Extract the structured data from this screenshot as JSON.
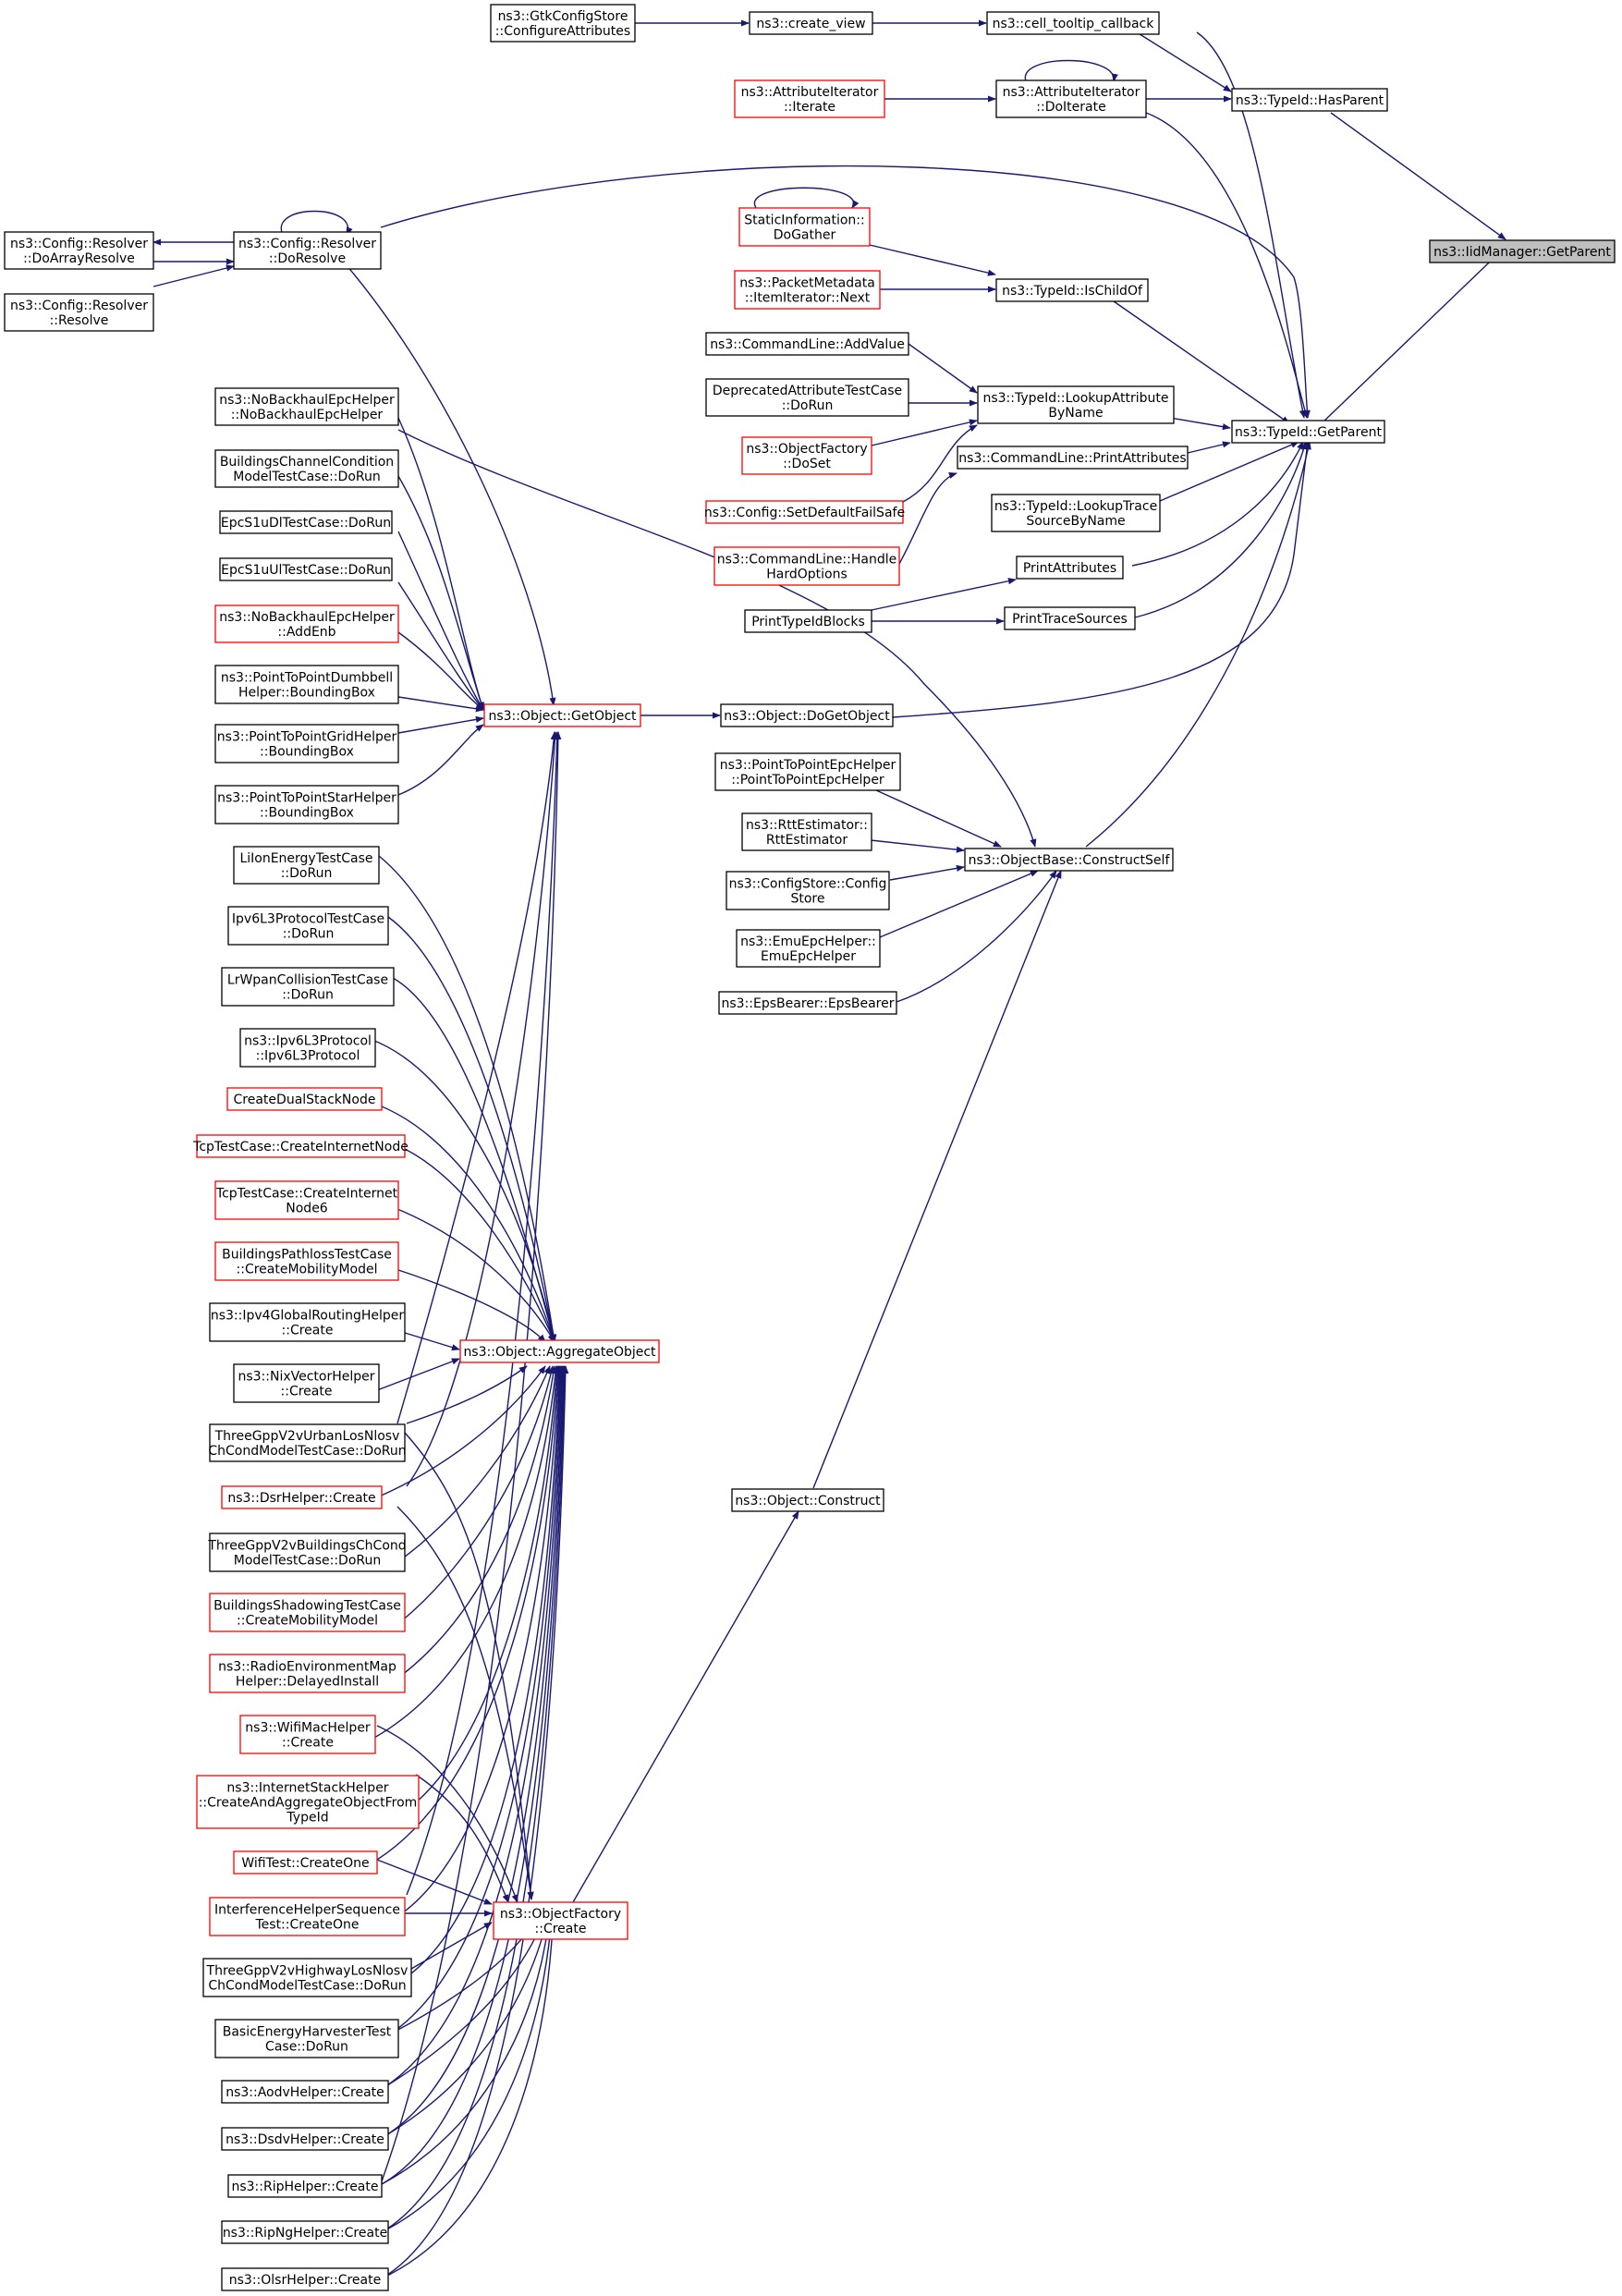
{
  "graph": {
    "focus": "ns3::IidManager::GetParent",
    "colors": {
      "edge": "#191970",
      "node_border": "#000000",
      "node_border_incomplete": "#ff0000",
      "focus_fill": "#bfbfbf"
    },
    "nodes": {
      "iid_getparent": [
        "ns3::IidManager::GetParent"
      ],
      "typeid_hasparent": [
        "ns3::TypeId::HasParent"
      ],
      "typeid_getparent": [
        "ns3::TypeId::GetParent"
      ],
      "cell_tooltip": [
        "ns3::cell_tooltip_callback"
      ],
      "create_view": [
        "ns3::create_view"
      ],
      "gtk_config": [
        "ns3::GtkConfigStore",
        "::ConfigureAttributes"
      ],
      "attr_doiterate": [
        "ns3::AttributeIterator",
        "::DoIterate"
      ],
      "attr_iterate": [
        "ns3::AttributeIterator",
        "::Iterate"
      ],
      "cfg_doresolve": [
        "ns3::Config::Resolver",
        "::DoResolve"
      ],
      "cfg_doarrayresolve": [
        "ns3::Config::Resolver",
        "::DoArrayResolve"
      ],
      "cfg_resolve": [
        "ns3::Config::Resolver",
        "::Resolve"
      ],
      "static_dogather": [
        "StaticInformation::",
        "DoGather"
      ],
      "packet_next": [
        "ns3::PacketMetadata",
        "::ItemIterator::Next"
      ],
      "typeid_ischildof": [
        "ns3::TypeId::IsChildOf"
      ],
      "cmd_addvalue": [
        "ns3::CommandLine::AddValue"
      ],
      "deprecated_dorun": [
        "DeprecatedAttributeTestCase",
        "::DoRun"
      ],
      "objfactory_doset": [
        "ns3::ObjectFactory",
        "::DoSet"
      ],
      "cfg_setdefault": [
        "ns3::Config::SetDefaultFailSafe"
      ],
      "typeid_lookupattr": [
        "ns3::TypeId::LookupAttribute",
        "ByName"
      ],
      "cmd_printattrs": [
        "ns3::CommandLine::PrintAttributes"
      ],
      "typeid_lookuptrace": [
        "ns3::TypeId::LookupTrace",
        "SourceByName"
      ],
      "cmd_handlehard": [
        "ns3::CommandLine::Handle",
        "HardOptions"
      ],
      "printattributes": [
        "PrintAttributes"
      ],
      "printtypeidblocks": [
        "PrintTypeIdBlocks"
      ],
      "printtracesources": [
        "PrintTraceSources"
      ],
      "nobackhaul_ctor": [
        "ns3::NoBackhaulEpcHelper",
        "::NoBackhaulEpcHelper"
      ],
      "bldgchan_dorun": [
        "BuildingsChannelCondition",
        "ModelTestCase::DoRun"
      ],
      "epcs1udl_dorun": [
        "EpcS1uDlTestCase::DoRun"
      ],
      "epcs1uul_dorun": [
        "EpcS1uUlTestCase::DoRun"
      ],
      "nobackhaul_addenb": [
        "ns3::NoBackhaulEpcHelper",
        "::AddEnb"
      ],
      "p2p_dumbbell": [
        "ns3::PointToPointDumbbell",
        "Helper::BoundingBox"
      ],
      "p2p_grid": [
        "ns3::PointToPointGridHelper",
        "::BoundingBox"
      ],
      "p2p_star": [
        "ns3::PointToPointStarHelper",
        "::BoundingBox"
      ],
      "liion_dorun": [
        "LiIonEnergyTestCase",
        "::DoRun"
      ],
      "ipv6l3_dorun": [
        "Ipv6L3ProtocolTestCase",
        "::DoRun"
      ],
      "lrwpan_dorun": [
        "LrWpanCollisionTestCase",
        "::DoRun"
      ],
      "ipv6l3_ctor": [
        "ns3::Ipv6L3Protocol",
        "::Ipv6L3Protocol"
      ],
      "createdualstack": [
        "CreateDualStackNode"
      ],
      "tcp_createinet": [
        "TcpTestCase::CreateInternetNode"
      ],
      "tcp_createinet6": [
        "TcpTestCase::CreateInternet",
        "Node6"
      ],
      "bldgpath_mob": [
        "BuildingsPathlossTestCase",
        "::CreateMobilityModel"
      ],
      "ipv4global_create": [
        "ns3::Ipv4GlobalRoutingHelper",
        "::Create"
      ],
      "nixvector_create": [
        "ns3::NixVectorHelper",
        "::Create"
      ],
      "tgpp_urban_dorun": [
        "ThreeGppV2vUrbanLosNlosv",
        "ChCondModelTestCase::DoRun"
      ],
      "dsr_create": [
        "ns3::DsrHelper::Create"
      ],
      "tgpp_bldg_dorun": [
        "ThreeGppV2vBuildingsChCond",
        "ModelTestCase::DoRun"
      ],
      "bldgshadow_mob": [
        "BuildingsShadowingTestCase",
        "::CreateMobilityModel"
      ],
      "radioenv_install": [
        "ns3::RadioEnvironmentMap",
        "Helper::DelayedInstall"
      ],
      "wifimac_create": [
        "ns3::WifiMacHelper",
        "::Create"
      ],
      "inetstack_create": [
        "ns3::InternetStackHelper",
        "::CreateAndAggregateObjectFrom",
        "TypeId"
      ],
      "wifitest_createone": [
        "WifiTest::CreateOne"
      ],
      "interference_createone": [
        "InterferenceHelperSequence",
        "Test::CreateOne"
      ],
      "tgpp_highway_dorun": [
        "ThreeGppV2vHighwayLosNlosv",
        "ChCondModelTestCase::DoRun"
      ],
      "basicenergy_dorun": [
        "BasicEnergyHarvesterTest",
        "Case::DoRun"
      ],
      "aodv_create": [
        "ns3::AodvHelper::Create"
      ],
      "dsdv_create": [
        "ns3::DsdvHelper::Create"
      ],
      "rip_create": [
        "ns3::RipHelper::Create"
      ],
      "ripng_create": [
        "ns3::RipNgHelper::Create"
      ],
      "olsr_create": [
        "ns3::OlsrHelper::Create"
      ],
      "obj_getobject": [
        "ns3::Object::GetObject"
      ],
      "obj_dogetobject": [
        "ns3::Object::DoGetObject"
      ],
      "obj_aggregate": [
        "ns3::Object::AggregateObject"
      ],
      "objfactory_create": [
        "ns3::ObjectFactory",
        "::Create"
      ],
      "obj_construct": [
        "ns3::Object::Construct"
      ],
      "objbase_constructself": [
        "ns3::ObjectBase::ConstructSelf"
      ],
      "p2pepc_ctor": [
        "ns3::PointToPointEpcHelper",
        "::PointToPointEpcHelper"
      ],
      "rtt_ctor": [
        "ns3::RttEstimator::",
        "RttEstimator"
      ],
      "configstore_ctor": [
        "ns3::ConfigStore::Config",
        "Store"
      ],
      "emuepc_ctor": [
        "ns3::EmuEpcHelper::",
        "EmuEpcHelper"
      ],
      "epsbearer_ctor": [
        "ns3::EpsBearer::EpsBearer"
      ]
    }
  }
}
